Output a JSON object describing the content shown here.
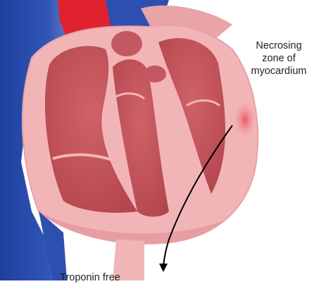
{
  "labels": {
    "necrosing_line1": "Necrosing",
    "necrosing_line2": "zone of",
    "necrosing_line3": "myocardium",
    "troponin": "Troponin free"
  },
  "colors": {
    "myocardium": "#f2b5b7",
    "chamber": "#c8555c",
    "artery_red": "#e0222e",
    "vein_blue": "#2546a8",
    "necrosis": "#ef5560"
  }
}
